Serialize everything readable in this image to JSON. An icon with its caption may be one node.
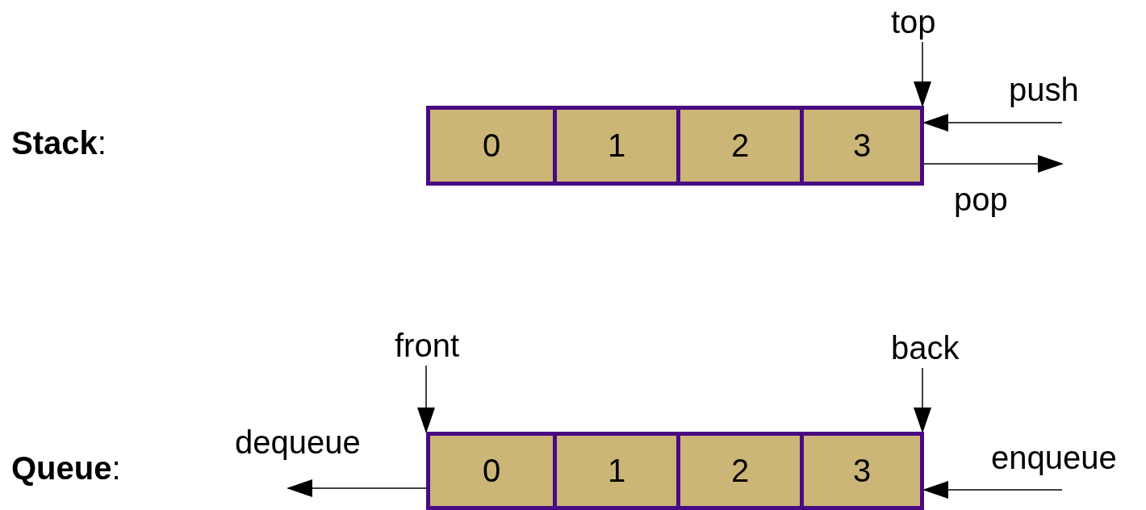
{
  "diagram": {
    "nodes": [
      {
        "text": [],
        "shape": "box"
      },
      {
        "text": [
          "0"
        ],
        "in": 0
      },
      {
        "text": [
          "1"
        ],
        "in": 0
      },
      {
        "text": [
          "2"
        ],
        "in": 0
      },
      {
        "text": [
          "3"
        ],
        "in": 0
      },
      {
        "text": [
          "top"
        ]
      },
      {
        "text": [],
        "shape": "box"
      },
      {
        "text": [
          "0"
        ],
        "in": 6
      },
      {
        "text": [
          "1"
        ],
        "in": 6
      },
      {
        "text": [
          "2"
        ],
        "in": 6
      },
      {
        "text": [
          "3"
        ],
        "in": 6
      },
      {
        "text": [
          "front"
        ]
      },
      {
        "text": [
          "back"
        ]
      }
    ],
    "edges": [
      {
        "from": 5,
        "to": 0,
        "arrow": "to"
      },
      {
        "from": null,
        "to": 0,
        "arrow": "to",
        "label": "push"
      },
      {
        "from": 0,
        "to": null,
        "arrow": "to",
        "label": "pop"
      },
      {
        "from": 11,
        "to": 6,
        "arrow": "to"
      },
      {
        "from": 12,
        "to": 6,
        "arrow": "to"
      },
      {
        "from": 6,
        "to": null,
        "arrow": "to",
        "label": "dequeue"
      },
      {
        "from": null,
        "to": 6,
        "arrow": "to",
        "label": "enqueue"
      }
    ],
    "labels": [
      "**Stack**:",
      "**Queue**:"
    ]
  }
}
